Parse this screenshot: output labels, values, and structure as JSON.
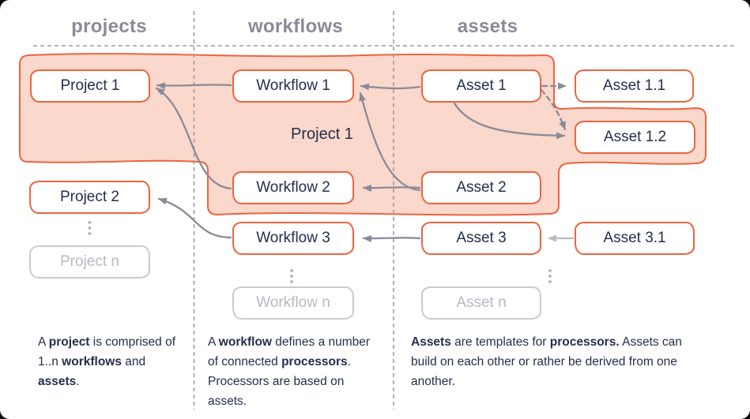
{
  "columns": [
    {
      "label": "projects"
    },
    {
      "label": "workflows"
    },
    {
      "label": "assets"
    }
  ],
  "region": {
    "label": "Project 1",
    "fill_color": "#fad8cb",
    "border_color": "#ed6440"
  },
  "nodes": {
    "project_1": "Project 1",
    "project_2": "Project 2",
    "project_n": "Project n",
    "workflow_1": "Workflow 1",
    "workflow_2": "Workflow 2",
    "workflow_3": "Workflow 3",
    "workflow_n": "Workflow n",
    "asset_1": "Asset 1",
    "asset_2": "Asset 2",
    "asset_3": "Asset 3",
    "asset_n": "Asset n",
    "asset_1_1": "Asset 1.1",
    "asset_1_2": "Asset 1.2",
    "asset_3_1": "Asset 3.1"
  },
  "icons": {
    "vertical_ellipsis": "⋮"
  },
  "colors": {
    "accent_orange": "#ed6440",
    "region_fill": "#fad8cb",
    "text_navy": "#252e4d",
    "header_gray": "#8b8b96",
    "arrow_gray": "#8a8a98",
    "arrow_light_gray": "#b9bac4",
    "muted_border": "#cbcbd1",
    "muted_text": "#b9b9c2",
    "separator_gray": "#9b9ca6"
  },
  "descriptions": [
    {
      "id": "projects",
      "segments": [
        {
          "text": "A ",
          "bold": false
        },
        {
          "text": "project",
          "bold": true
        },
        {
          "text": " is comprised of 1..n ",
          "bold": false
        },
        {
          "text": "workflows",
          "bold": true
        },
        {
          "text": " and ",
          "bold": false
        },
        {
          "text": "assets",
          "bold": true
        },
        {
          "text": ".",
          "bold": false
        }
      ]
    },
    {
      "id": "workflows",
      "segments": [
        {
          "text": "A ",
          "bold": false
        },
        {
          "text": "workflow",
          "bold": true
        },
        {
          "text": " defines a number of connected ",
          "bold": false
        },
        {
          "text": "processors",
          "bold": true
        },
        {
          "text": ". Processors are based on assets.",
          "bold": false
        }
      ]
    },
    {
      "id": "assets",
      "segments": [
        {
          "text": "Assets",
          "bold": true
        },
        {
          "text": " are templates for ",
          "bold": false
        },
        {
          "text": "processors.",
          "bold": true
        },
        {
          "text": " Assets can build on each other or rather be derived from one another.",
          "bold": false
        }
      ]
    }
  ]
}
